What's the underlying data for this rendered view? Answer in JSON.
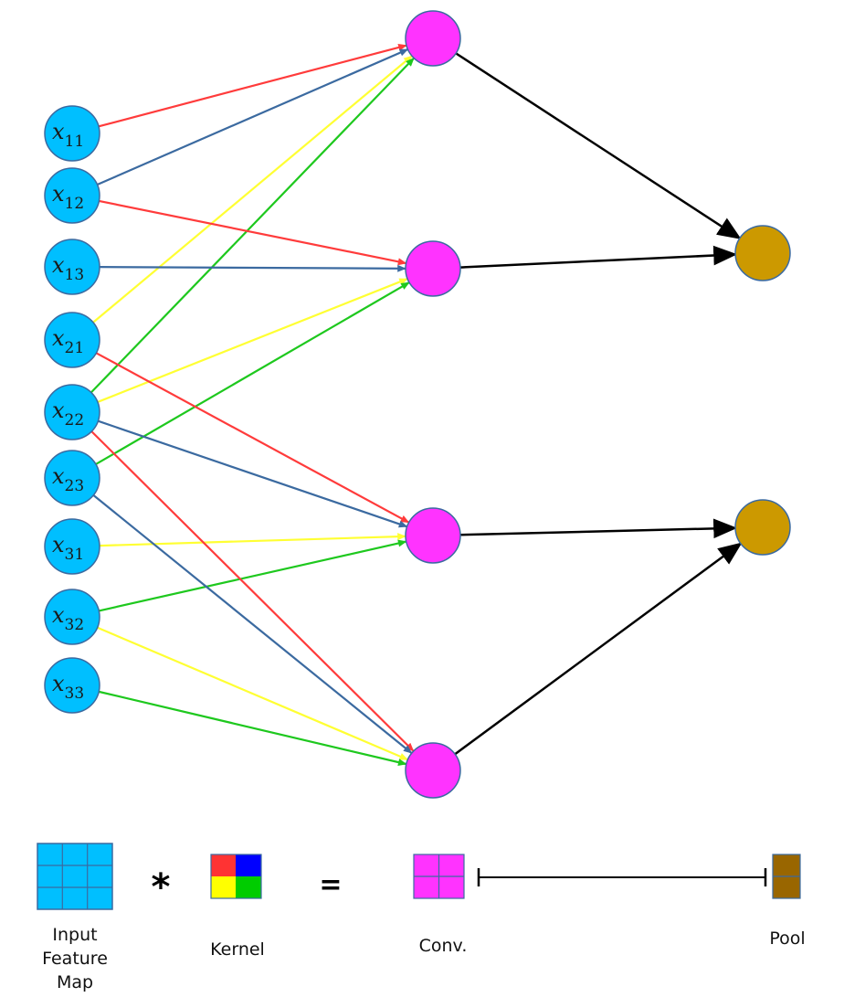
{
  "input_nodes": [
    {
      "id": "x11",
      "base": "x",
      "sub": "11"
    },
    {
      "id": "x12",
      "base": "x",
      "sub": "12"
    },
    {
      "id": "x13",
      "base": "x",
      "sub": "13"
    },
    {
      "id": "x21",
      "base": "x",
      "sub": "21"
    },
    {
      "id": "x22",
      "base": "x",
      "sub": "22"
    },
    {
      "id": "x23",
      "base": "x",
      "sub": "23"
    },
    {
      "id": "x31",
      "base": "x",
      "sub": "31"
    },
    {
      "id": "x32",
      "base": "x",
      "sub": "32"
    },
    {
      "id": "x33",
      "base": "x",
      "sub": "33"
    }
  ],
  "conv_nodes": [
    "c1",
    "c2",
    "c3",
    "c4"
  ],
  "pool_nodes": [
    "p1",
    "p2"
  ],
  "kernel_colors": {
    "red": "#ff3b3b",
    "blue": "#3b6aa0",
    "yellow": "#ffff33",
    "green": "#1ec81e"
  },
  "edges": [
    {
      "from": "x11",
      "to": "c1",
      "color": "red"
    },
    {
      "from": "x12",
      "to": "c1",
      "color": "blue"
    },
    {
      "from": "x21",
      "to": "c1",
      "color": "yellow"
    },
    {
      "from": "x22",
      "to": "c1",
      "color": "green"
    },
    {
      "from": "x12",
      "to": "c2",
      "color": "red"
    },
    {
      "from": "x13",
      "to": "c2",
      "color": "blue"
    },
    {
      "from": "x22",
      "to": "c2",
      "color": "yellow"
    },
    {
      "from": "x23",
      "to": "c2",
      "color": "green"
    },
    {
      "from": "x21",
      "to": "c3",
      "color": "red"
    },
    {
      "from": "x22",
      "to": "c3",
      "color": "blue"
    },
    {
      "from": "x31",
      "to": "c3",
      "color": "yellow"
    },
    {
      "from": "x32",
      "to": "c3",
      "color": "green"
    },
    {
      "from": "x22",
      "to": "c4",
      "color": "red"
    },
    {
      "from": "x23",
      "to": "c4",
      "color": "blue"
    },
    {
      "from": "x32",
      "to": "c4",
      "color": "yellow"
    },
    {
      "from": "x33",
      "to": "c4",
      "color": "green"
    }
  ],
  "pool_edges": [
    {
      "from": "c1",
      "to": "p1"
    },
    {
      "from": "c2",
      "to": "p1"
    },
    {
      "from": "c3",
      "to": "p2"
    },
    {
      "from": "c4",
      "to": "p2"
    }
  ],
  "colors": {
    "input_fill": "#00bfff",
    "conv_fill": "#ff33ff",
    "pool_fill": "#cc9900",
    "pool_legend_fill": "#996600",
    "node_stroke": "#3b6aa0"
  },
  "legend": {
    "input_label": "Input\nFeature\nMap",
    "kernel_label": "Kernel",
    "conv_label": "Conv.",
    "pool_label": "Pool",
    "multiply_symbol": "*",
    "equals_symbol": "="
  }
}
